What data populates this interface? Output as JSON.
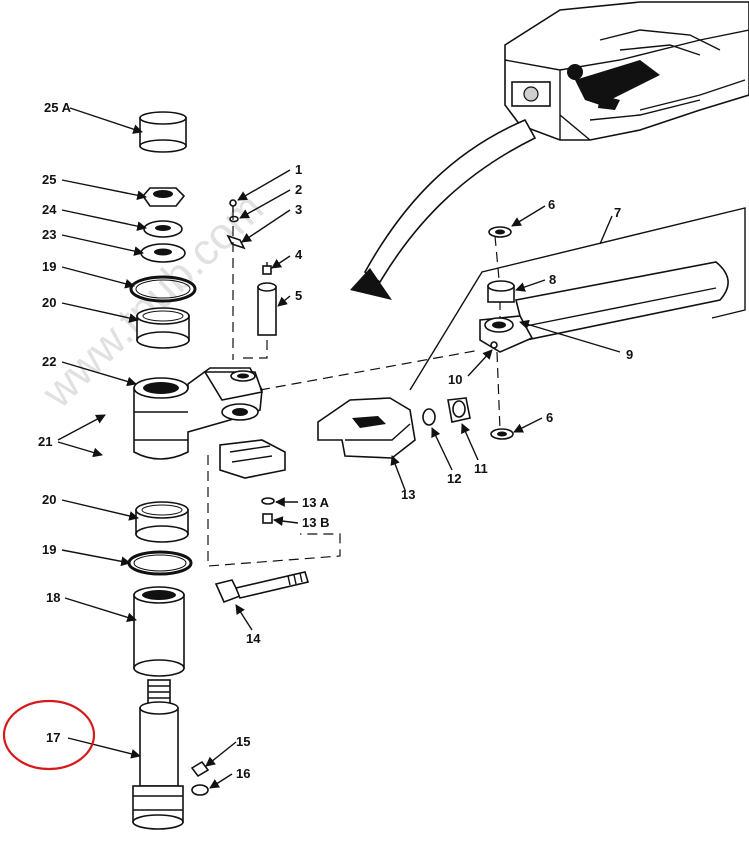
{
  "watermark": "www.tpub.com",
  "highlight_color": "#d7191c",
  "callouts": [
    {
      "id": "25a",
      "text": "25 A"
    },
    {
      "id": "25",
      "text": "25"
    },
    {
      "id": "24",
      "text": "24"
    },
    {
      "id": "23",
      "text": "23"
    },
    {
      "id": "19-top",
      "text": "19"
    },
    {
      "id": "20-top",
      "text": "20"
    },
    {
      "id": "22",
      "text": "22"
    },
    {
      "id": "21",
      "text": "21"
    },
    {
      "id": "20-bottom",
      "text": "20"
    },
    {
      "id": "19-bottom",
      "text": "19"
    },
    {
      "id": "18",
      "text": "18"
    },
    {
      "id": "17",
      "text": "17"
    },
    {
      "id": "1",
      "text": "1"
    },
    {
      "id": "2",
      "text": "2"
    },
    {
      "id": "3",
      "text": "3"
    },
    {
      "id": "4",
      "text": "4"
    },
    {
      "id": "5",
      "text": "5"
    },
    {
      "id": "6-top",
      "text": "6"
    },
    {
      "id": "7",
      "text": "7"
    },
    {
      "id": "8",
      "text": "8"
    },
    {
      "id": "9",
      "text": "9"
    },
    {
      "id": "10",
      "text": "10"
    },
    {
      "id": "6-bottom",
      "text": "6"
    },
    {
      "id": "11",
      "text": "11"
    },
    {
      "id": "12",
      "text": "12"
    },
    {
      "id": "13",
      "text": "13"
    },
    {
      "id": "13a",
      "text": "13 A"
    },
    {
      "id": "13b",
      "text": "13 B"
    },
    {
      "id": "14",
      "text": "14"
    },
    {
      "id": "15",
      "text": "15"
    },
    {
      "id": "16",
      "text": "16"
    }
  ]
}
